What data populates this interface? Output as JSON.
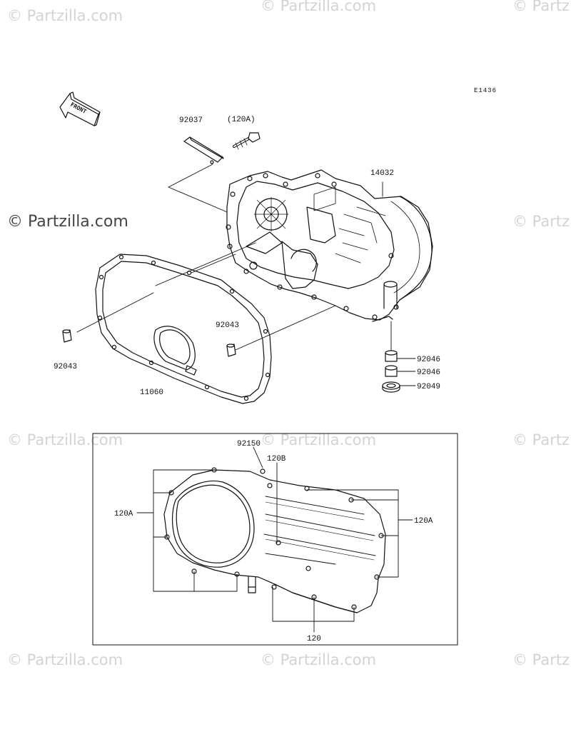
{
  "diagram_code": "E1436",
  "front_label": "FRONT",
  "watermark_text": "© Partzilla.com",
  "watermark_main_text": "© Partzilla.com",
  "parts": {
    "p92037": "92037",
    "p120A_top": "(120A)",
    "p14032": "14032",
    "p92043_right": "92043",
    "p92043_left": "92043",
    "p11060": "11060",
    "p92046_a": "92046",
    "p92046_b": "92046",
    "p92049": "92049",
    "p92150": "92150",
    "p120B": "120B",
    "p120A_left": "120A",
    "p120A_right": "120A",
    "p120": "120"
  }
}
